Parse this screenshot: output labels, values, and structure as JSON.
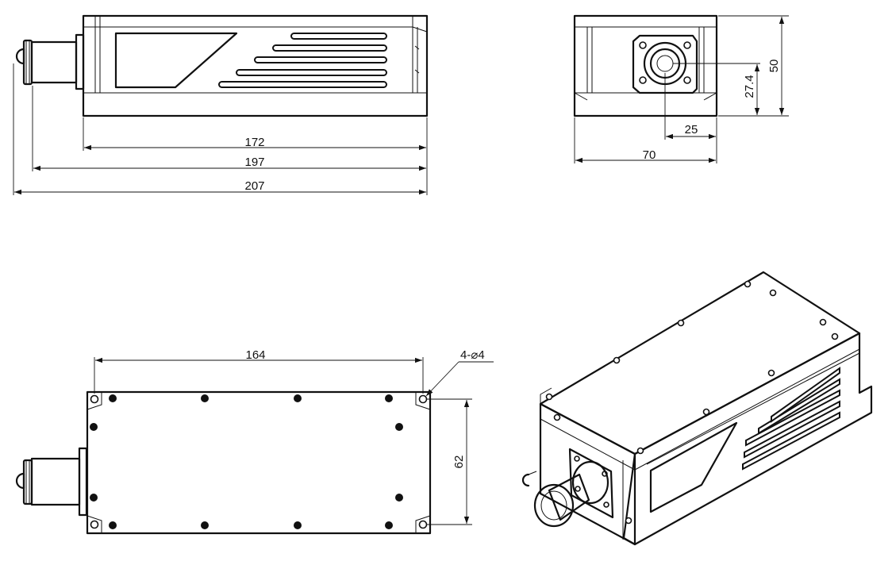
{
  "views": {
    "side": {
      "dims": {
        "d1": "172",
        "d2": "197",
        "d3": "207"
      }
    },
    "front": {
      "dims": {
        "width": "70",
        "height": "50",
        "connector_height": "27.4",
        "connector_offset": "25"
      }
    },
    "top": {
      "dims": {
        "length": "164",
        "width": "62",
        "holes": "4-⌀4"
      }
    },
    "iso": {}
  }
}
